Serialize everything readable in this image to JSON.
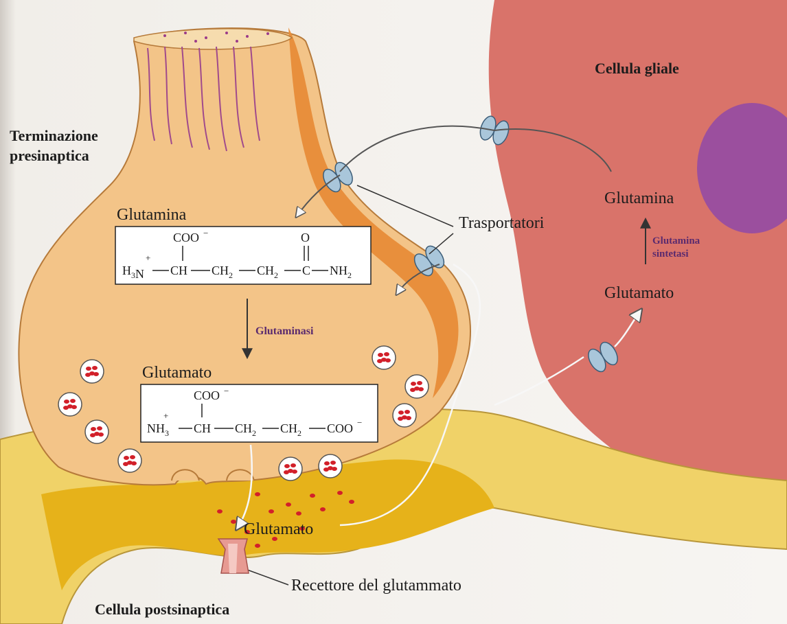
{
  "labels": {
    "presynaptic_line1": "Terminazione",
    "presynaptic_line2": "presinaptica",
    "glial_cell": "Cellula gliale",
    "postsynaptic_cell": "Cellula postsinaptica",
    "transporters": "Trasportatori",
    "receptor": "Recettore del glutammato"
  },
  "presynaptic": {
    "glutamine_name": "Glutamina",
    "glutamine_formula": {
      "coo": "COO",
      "o": "O",
      "h3n": "H3N",
      "ch": "CH",
      "ch2_a": "CH2",
      "ch2_b": "CH2",
      "c": "C",
      "nh2": "NH2"
    },
    "enzyme": "Glutaminasi",
    "glutamate_name": "Glutamato",
    "glutamate_formula": {
      "coo_top": "COO",
      "nh3": "NH3",
      "ch": "CH",
      "ch2_a": "CH2",
      "ch2_b": "CH2",
      "coo_end": "COO"
    }
  },
  "cleft": {
    "glutamate_name": "Glutamato"
  },
  "glial": {
    "glutamine_name": "Glutamina",
    "enzyme_line1": "Glutamina",
    "enzyme_line2": "sintetasi",
    "glutamate_name": "Glutamato"
  },
  "colors": {
    "presynaptic_fill": "#f3c488",
    "presynaptic_edge": "#e88f3c",
    "glial_fill": "#d9736a",
    "nucleus": "#9b4f9e",
    "postsynaptic_fill": "#f0d268",
    "cleft_fill": "#e6b21a",
    "vesicle_dots": "#d2202a",
    "transporter": "#a9c6da",
    "receptor": "#e79a92"
  },
  "icons": [
    "vesicle",
    "transporter",
    "receptor",
    "arrow"
  ]
}
